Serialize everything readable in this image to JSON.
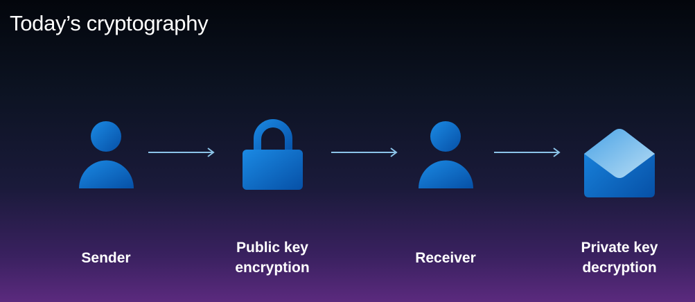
{
  "slide": {
    "title": "Today’s cryptography",
    "steps": [
      {
        "icon": "person-icon",
        "label": "Sender"
      },
      {
        "icon": "lock-icon",
        "label_line1": "Public key",
        "label_line2": "encryption"
      },
      {
        "icon": "person-icon",
        "label": "Receiver"
      },
      {
        "icon": "open-envelope-icon",
        "label_line1": "Private key",
        "label_line2": "decryption"
      }
    ],
    "colors": {
      "icon_blue": "#0a6fd0",
      "icon_light": "#8ec9ee",
      "arrow": "#8cc4e8"
    }
  }
}
